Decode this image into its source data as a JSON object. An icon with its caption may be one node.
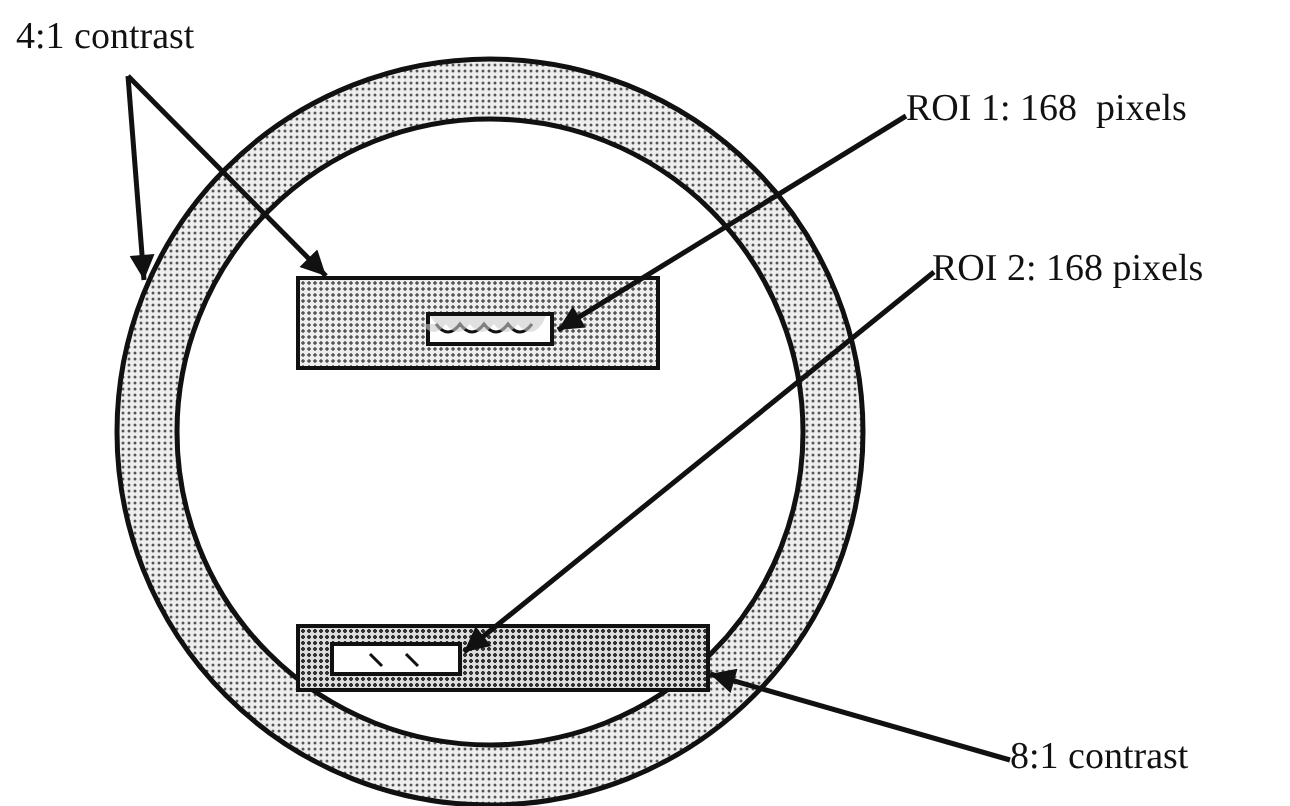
{
  "diagram": {
    "nodes": [
      {
        "text": [
          "4:1 contrast"
        ]
      },
      {
        "text": [
          "ROI 1: 168  pixels"
        ]
      },
      {
        "text": [
          "ROI 2: 168 pixels"
        ]
      },
      {
        "text": [
          "8:1 contrast"
        ]
      },
      {
        "text": [],
        "shape": "circle"
      },
      {
        "text": [],
        "shape": "box",
        "in": 4
      },
      {
        "text": [],
        "shape": "box",
        "in": 5
      },
      {
        "text": [],
        "shape": "box",
        "in": 4
      },
      {
        "text": [],
        "shape": "box",
        "in": 7
      }
    ],
    "edges": [
      {
        "from": 0,
        "to": 4,
        "arrow": "to"
      },
      {
        "from": 0,
        "to": 5,
        "arrow": "to"
      },
      {
        "from": 1,
        "to": 6,
        "arrow": "to"
      },
      {
        "from": 2,
        "to": 8,
        "arrow": "to"
      },
      {
        "from": 3,
        "to": 7,
        "arrow": "to"
      }
    ]
  }
}
